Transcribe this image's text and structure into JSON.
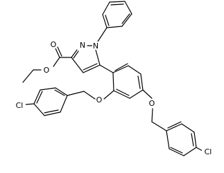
{
  "atoms": {
    "carbonyl_o": "O",
    "ester_o": "O",
    "pyrazole_n2": "N",
    "pyrazole_n1": "N",
    "ether_o_1": "O",
    "ether_o_2": "O",
    "chlorine_1": "Cl",
    "chlorine_2": "Cl"
  }
}
